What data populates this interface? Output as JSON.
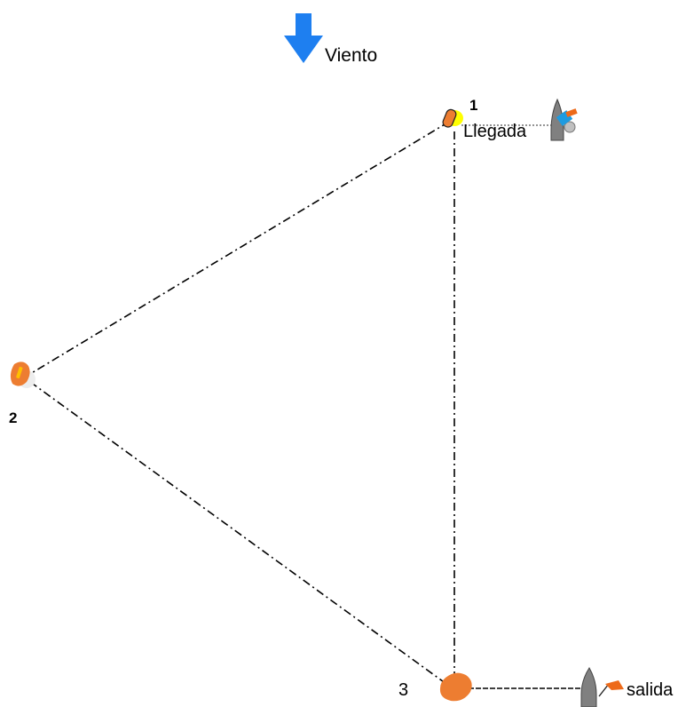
{
  "wind": {
    "label": "Viento",
    "arrow_color": "#1E7FF0"
  },
  "marks": [
    {
      "number": "1"
    },
    {
      "number": "2"
    },
    {
      "number": "3"
    }
  ],
  "finish": {
    "label": "Llegada"
  },
  "start": {
    "label": "salida"
  },
  "colors": {
    "buoy_orange": "#ED7D31",
    "buoy_yellow": "#FFFF00",
    "boat_gray": "#808080",
    "flag_orange": "#ED6A1A",
    "flag_blue": "#1E9BE0",
    "course_line": "#000000"
  }
}
